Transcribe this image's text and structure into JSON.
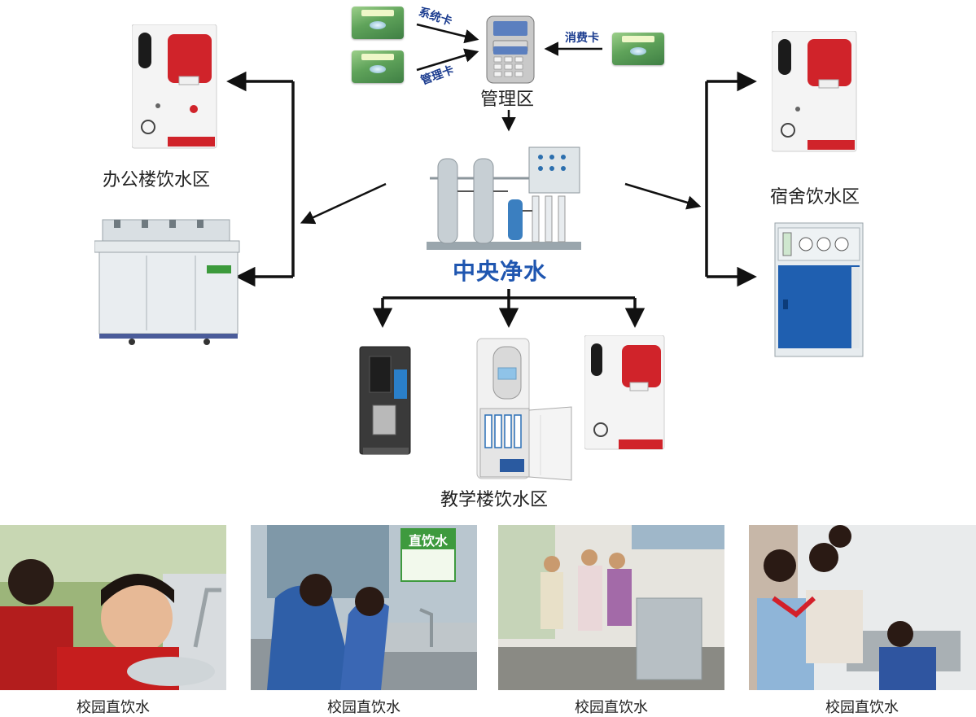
{
  "cards": {
    "system_card": "系统卡",
    "management_card": "管理卡",
    "consumption_card": "消费卡"
  },
  "zones": {
    "management": "管理区",
    "office": "办公楼饮水区",
    "dorm": "宿舍饮水区",
    "teaching": "教学楼饮水区",
    "central": "中央净水"
  },
  "photo_captions": [
    "校园直饮水",
    "校园直饮水",
    "校园直饮水",
    "校园直饮水"
  ],
  "photo_sign": "直饮水",
  "colors": {
    "arrow": "#111111",
    "central_text": "#1f56b0",
    "card_text": "#1b3c8f",
    "dispenser_red": "#d0232a"
  }
}
